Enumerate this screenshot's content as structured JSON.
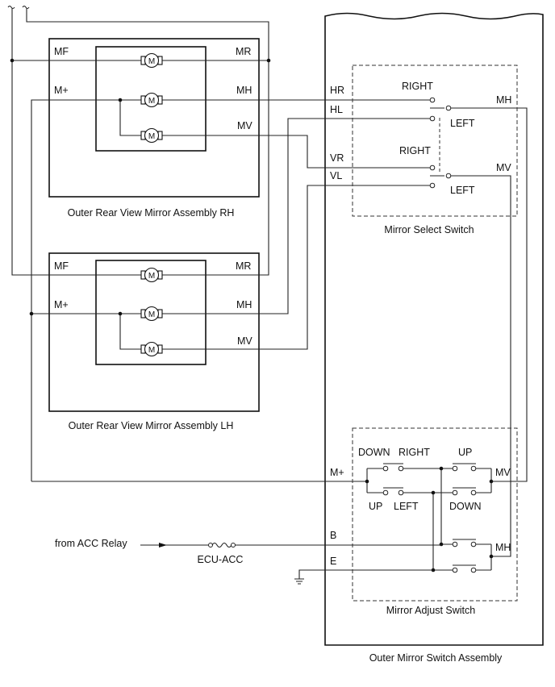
{
  "mirror_rh": {
    "title": "Outer Rear View Mirror Assembly RH",
    "mf": "MF",
    "mr": "MR",
    "mplus": "M+",
    "mh": "MH",
    "mv": "MV"
  },
  "mirror_lh": {
    "title": "Outer Rear View Mirror Assembly LH",
    "mf": "MF",
    "mr": "MR",
    "mplus": "M+",
    "mh": "MH",
    "mv": "MV"
  },
  "motor_label": "M",
  "switch_assembly": {
    "title": "Outer Mirror Switch Assembly",
    "pins": {
      "hr": "HR",
      "hl": "HL",
      "vr": "VR",
      "vl": "VL",
      "mplus": "M+",
      "b": "B",
      "e": "E"
    }
  },
  "select_switch": {
    "title": "Mirror Select Switch",
    "right_1": "RIGHT",
    "left_1": "LEFT",
    "out_1": "MH",
    "right_2": "RIGHT",
    "left_2": "LEFT",
    "out_2": "MV"
  },
  "adjust_switch": {
    "title": "Mirror Adjust Switch",
    "down_top": "DOWN",
    "right_top": "RIGHT",
    "up_top": "UP",
    "up_bottom": "UP",
    "left_bottom": "LEFT",
    "down_bottom": "DOWN",
    "mv": "MV",
    "mh": "MH"
  },
  "supply": {
    "from": "from ACC Relay",
    "fuse": "ECU-ACC"
  }
}
